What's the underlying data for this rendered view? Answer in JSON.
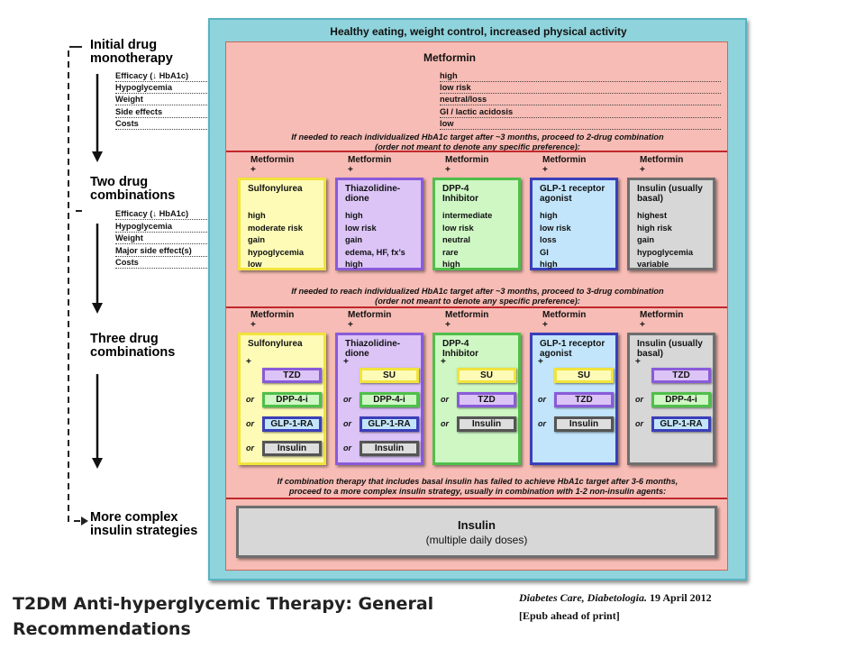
{
  "banner": "Healthy eating, weight control, increased physical activity",
  "stages": {
    "initial": "Initial drug monotherapy",
    "two": "Two drug combinations",
    "three": "Three drug combinations",
    "more": "More complex insulin strategies"
  },
  "rail1": [
    "Efficacy (↓ HbA1c)",
    "Hypoglycemia",
    "Weight",
    "Side effects",
    "Costs"
  ],
  "rail2": [
    "Efficacy (↓ HbA1c)",
    "Hypoglycemia",
    "Weight",
    "Major side effect(s)",
    "Costs"
  ],
  "mono": {
    "title": "Metformin",
    "values": [
      "high",
      "low risk",
      "neutral/loss",
      "GI / lactic acidosis",
      "low"
    ]
  },
  "note1": [
    "If needed to reach individualized HbA1c target after ~3 months, proceed to 2-drug combination",
    "(order not meant to denote any specific preference):"
  ],
  "note2": [
    "If needed to reach individualized HbA1c target after ~3 months, proceed to 3-drug combination",
    "(order not meant to denote any specific preference):"
  ],
  "note3": [
    "If combination therapy that includes basal insulin has failed to achieve HbA1c target after 3-6 months,",
    "proceed to a more complex insulin strategy, usually in combination with 1-2 non-insulin agents:"
  ],
  "metformin_label": "Metformin",
  "plus": "+",
  "or": "or",
  "two_drug": [
    {
      "name": [
        "Sulfonylurea",
        ""
      ],
      "values": [
        "high",
        "moderate risk",
        "gain",
        "hypoglycemia",
        "low"
      ]
    },
    {
      "name": [
        "Thiazolidine-",
        "dione"
      ],
      "values": [
        "high",
        "low risk",
        "gain",
        "edema, HF, fx’s",
        "high"
      ]
    },
    {
      "name": [
        "DPP-4",
        "Inhibitor"
      ],
      "values": [
        "intermediate",
        "low risk",
        "neutral",
        "rare",
        "high"
      ]
    },
    {
      "name": [
        "GLP-1 receptor",
        "agonist"
      ],
      "values": [
        "high",
        "low risk",
        "loss",
        "GI",
        "high"
      ]
    },
    {
      "name": [
        "Insulin (usually",
        "basal)"
      ],
      "values": [
        "highest",
        "high risk",
        "gain",
        "hypoglycemia",
        "variable"
      ]
    }
  ],
  "three_drug": [
    {
      "name": [
        "Sulfonylurea",
        ""
      ],
      "options": [
        "TZD",
        "DPP-4-i",
        "GLP-1-RA",
        "Insulin"
      ]
    },
    {
      "name": [
        "Thiazolidine-",
        "dione"
      ],
      "options": [
        "SU",
        "DPP-4-i",
        "GLP-1-RA",
        "Insulin"
      ]
    },
    {
      "name": [
        "DPP-4",
        "Inhibitor"
      ],
      "options": [
        "SU",
        "TZD",
        "Insulin"
      ]
    },
    {
      "name": [
        "GLP-1 receptor",
        "agonist"
      ],
      "options": [
        "SU",
        "TZD",
        "Insulin"
      ]
    },
    {
      "name": [
        "Insulin (usually",
        "basal)"
      ],
      "options": [
        "TZD",
        "DPP-4-i",
        "GLP-1-RA"
      ]
    }
  ],
  "insulin_box": {
    "title": "Insulin",
    "subtitle": "(multiple daily doses)"
  },
  "caption": "T2DM Anti-hyperglycemic Therapy: General Recommendations",
  "citation": {
    "journals": "Diabetes Care, Diabetologia.",
    "date": "19 April 2012",
    "epub": "[Epub ahead of print]"
  },
  "colors": {
    "frame": "#8fd3dc",
    "panel": "#f7bcb5",
    "divider": "#c0282c",
    "sulfonylurea": "#fdfbb6",
    "tzd": "#dcc4f7",
    "dpp4": "#cef7c4",
    "glp1": "#c2e5fb",
    "insulin": "#d7d7d7"
  }
}
